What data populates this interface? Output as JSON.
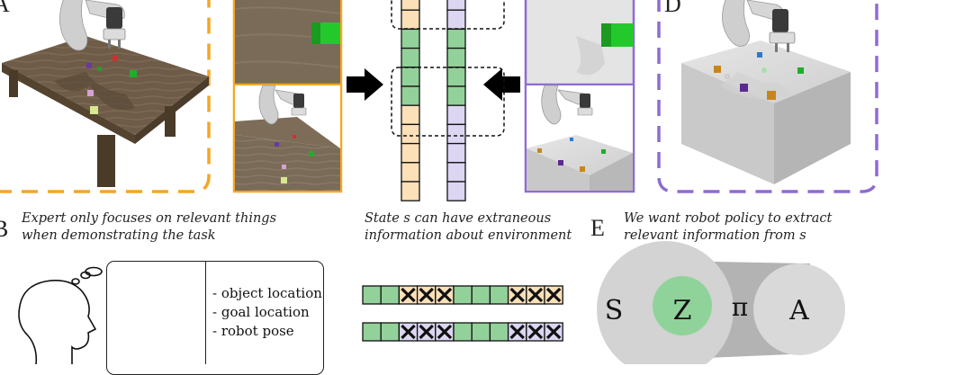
{
  "panels": {
    "a_letter": "A",
    "b_letter": "B",
    "d_letter": "D",
    "e_letter": "E"
  },
  "captions": {
    "expert": [
      "Expert only focuses on relevant things",
      "when demonstrating the task"
    ],
    "state": [
      "State s can have extraneous",
      "information about environment"
    ],
    "policy": [
      "We want robot policy to extract",
      "relevant information from s"
    ]
  },
  "expert_list": [
    "- object location",
    "- goal location",
    "- robot pose"
  ],
  "venn": {
    "s": "S",
    "z": "Z",
    "pi": "π",
    "a": "A"
  },
  "colors": {
    "orange_dash": "#f5a623",
    "purple_dash": "#8e6bd1",
    "relevant_green": "#93d19a",
    "orange_cell": "#fbe0b8",
    "purple_cell": "#dcd6f3",
    "table_wood": "#6e5c48",
    "block_gray": "#d8d8d8",
    "venn_gray": "#d0d0d0",
    "venn_green": "#8fd39a"
  },
  "state_vectors": {
    "left_column": [
      "orange",
      "orange",
      "green",
      "green",
      "green",
      "green",
      "orange",
      "orange",
      "orange",
      "orange",
      "orange"
    ],
    "right_column": [
      "purple",
      "purple",
      "green",
      "green",
      "green",
      "green",
      "purple",
      "purple",
      "purple",
      "purple",
      "purple"
    ],
    "bottom_row_1": [
      "green",
      "green",
      "x-orange",
      "x-orange",
      "x-orange",
      "green",
      "green",
      "green",
      "x-orange",
      "x-orange",
      "x-orange"
    ],
    "bottom_row_2": [
      "green",
      "green",
      "x-purple",
      "x-purple",
      "x-purple",
      "green",
      "green",
      "green",
      "x-purple",
      "x-purple",
      "x-purple"
    ]
  },
  "icons": [
    "robot-arm-icon",
    "head-thinking-icon",
    "arrow-right-icon",
    "arrow-left-icon",
    "cube-icon"
  ]
}
